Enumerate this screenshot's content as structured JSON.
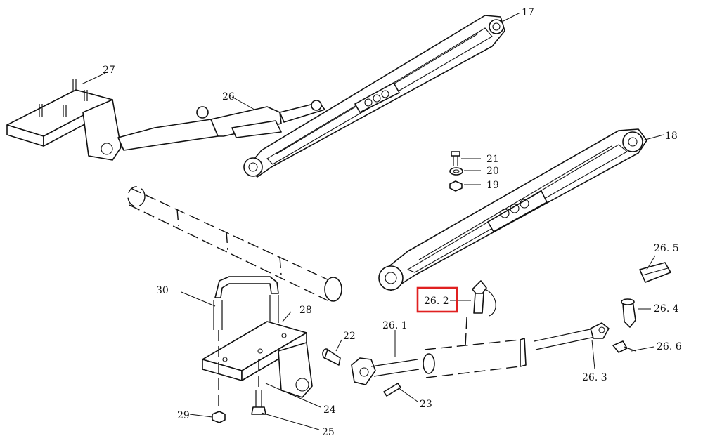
{
  "callouts": {
    "c17": "17",
    "c18": "18",
    "c19": "19",
    "c20": "20",
    "c21": "21",
    "c22": "22",
    "c23": "23",
    "c24": "24",
    "c25": "25",
    "c26": "26",
    "c261": "26. 1",
    "c262": "26. 2",
    "c263": "26. 3",
    "c264": "26. 4",
    "c265": "26. 5",
    "c266": "26. 6",
    "c27": "27",
    "c28": "28",
    "c29": "29",
    "c30": "30"
  },
  "highlight": {
    "color": "#e02020",
    "target": "26. 2"
  }
}
